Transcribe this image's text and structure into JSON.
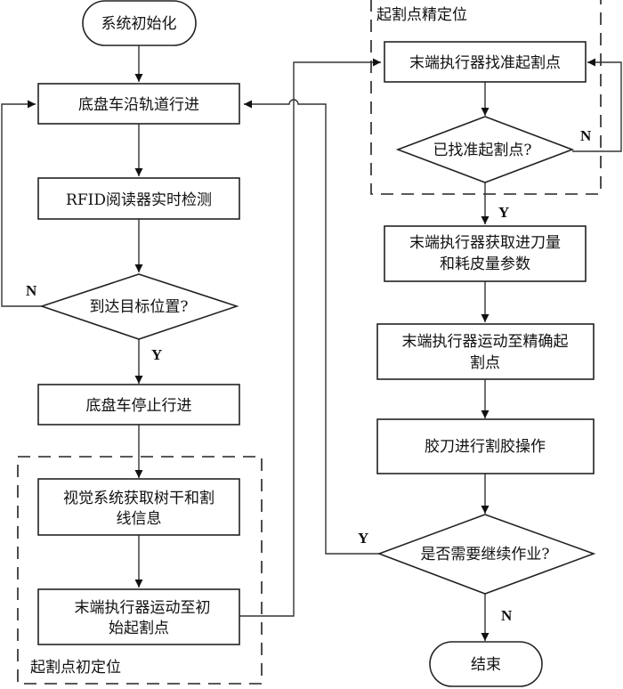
{
  "title": "割胶机器人作业流程图",
  "nodes": {
    "init": "系统初始化",
    "move_rail": "底盘车沿轨道行进",
    "rfid": "RFID阅读器实时检测",
    "reach_target": "到达目标位置?",
    "stop": "底盘车停止行进",
    "vision_l1": "视觉系统获取树干和割",
    "vision_l2": "线信息",
    "move_initial_l1": "末端执行器运动至初",
    "move_initial_l2": "始起割点",
    "align": "末端执行器找准起割点",
    "aligned": "已找准起割点?",
    "params_l1": "末端执行器获取进刀量",
    "params_l2": "和耗皮量参数",
    "move_precise_l1": "末端执行器运动至精确起",
    "move_precise_l2": "割点",
    "cut": "胶刀进行割胶操作",
    "continue": "是否需要继续作业?",
    "end": "结束"
  },
  "groups": {
    "initial_positioning": "起割点初定位",
    "precise_positioning": "起割点精定位"
  },
  "branch_labels": {
    "reach_no": "N",
    "reach_yes": "Y",
    "aligned_no": "N",
    "aligned_yes": "Y",
    "continue_yes": "Y",
    "continue_no": "N"
  }
}
